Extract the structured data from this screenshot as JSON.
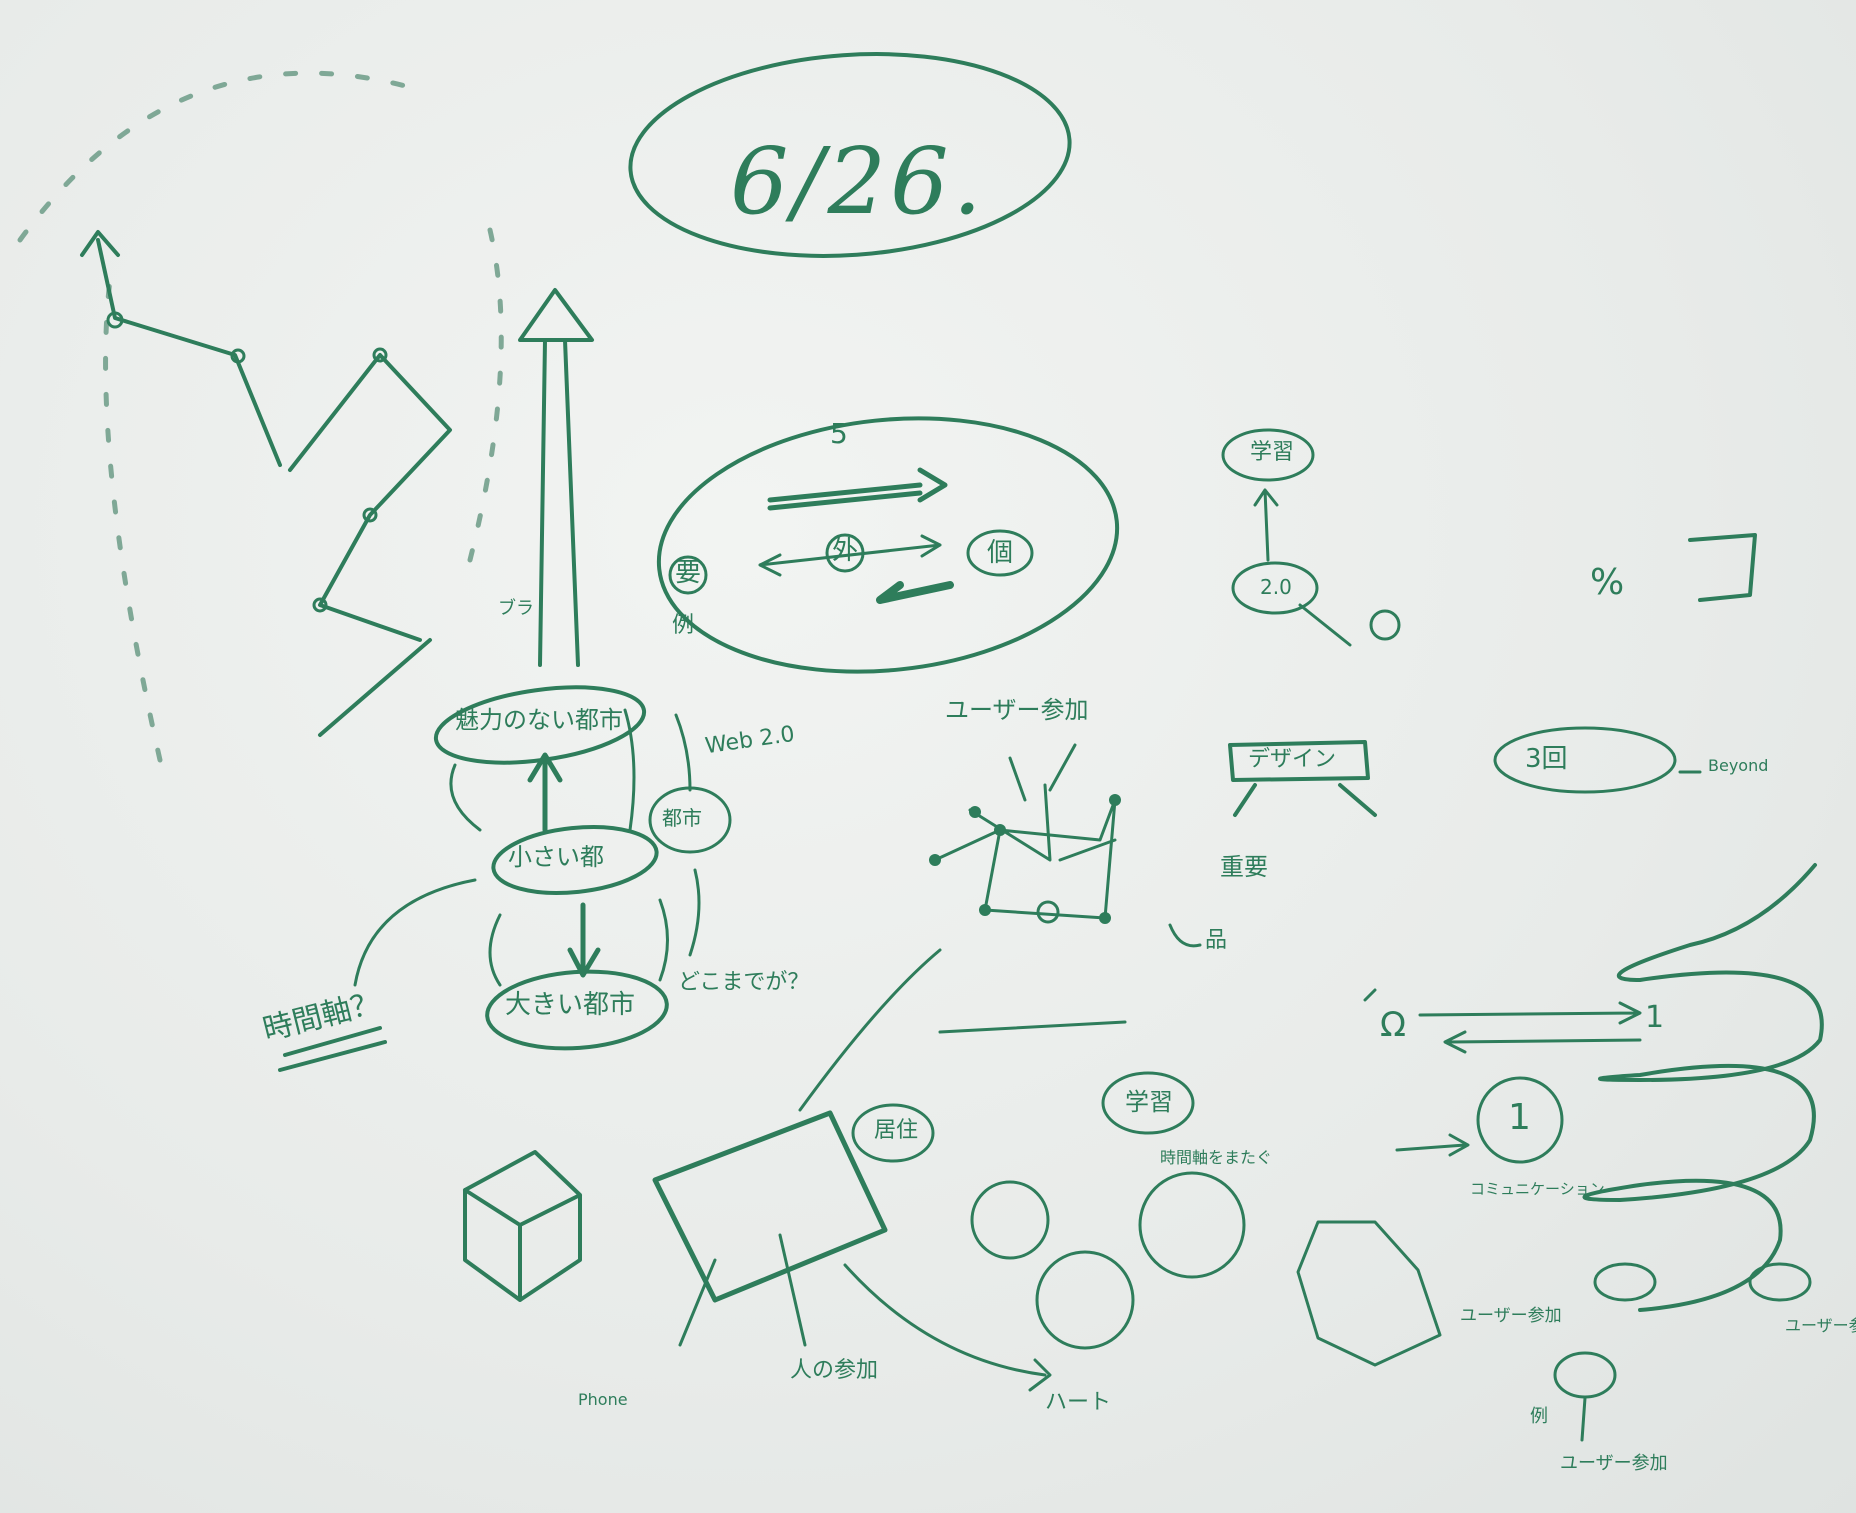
{
  "date": "6/26.",
  "labels": {
    "arrow_top_note": "5",
    "flow_left": "要",
    "flow_center": "外",
    "flow_right": "個",
    "flow_left_sub": "例",
    "tower_side": "ブラ",
    "city_top": "魅力のない都市",
    "city_mid": "小さい都",
    "city_mid_side": "都市",
    "city_bottom": "大きい都市",
    "city_bottom_side": "どこまでが？",
    "time_axis": "時間軸？",
    "web_note": "Web 2.0",
    "user_participation": "ユーザー参加",
    "top_center_small": "学習",
    "small_circle": "2.0",
    "percent_note": "%",
    "design_box": "デザイン",
    "design_sub": "重要",
    "design_sub2": "品",
    "hold_a": "3回",
    "hold_a_side": "Beyond",
    "swap_left": "Ω",
    "swap_right": "1",
    "circle_label_a": "居住",
    "circle_label_b": "学習",
    "circle_sub_b": "時間軸をまたぐ",
    "circle_d": "1",
    "circle_d_sub": "コミュニケーション",
    "bottom_rect_sub": "人の参加",
    "bottom_heart": "ハート",
    "bottom_phone": "Phone",
    "hex_sub": "ユーザー参加",
    "spiral_a": "ユーザー参加",
    "spiral_b": "例",
    "spiral_c": "ユーザー参加"
  }
}
